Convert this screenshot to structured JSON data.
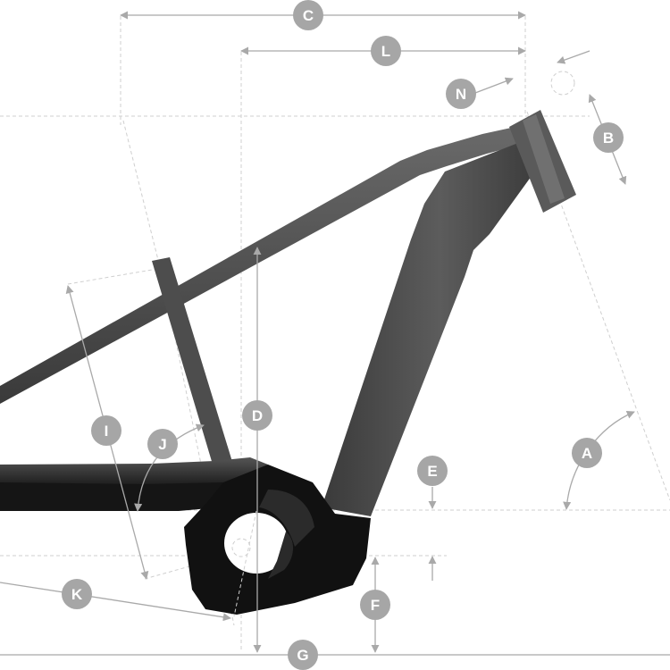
{
  "diagram": {
    "labels": {
      "A": "A",
      "B": "B",
      "C": "C",
      "D": "D",
      "E": "E",
      "F": "F",
      "G": "G",
      "I": "I",
      "J": "J",
      "K": "K",
      "L": "L",
      "N": "N"
    }
  },
  "colors": {
    "frame_dark": "#2b2b2b",
    "frame_mid": "#4a4a4a",
    "frame_light": "#6a6a6a",
    "motor": "#111111",
    "dimension_line": "#a9a9a9",
    "guide_line": "#cfcfcf",
    "badge": "#a6a6a6"
  }
}
